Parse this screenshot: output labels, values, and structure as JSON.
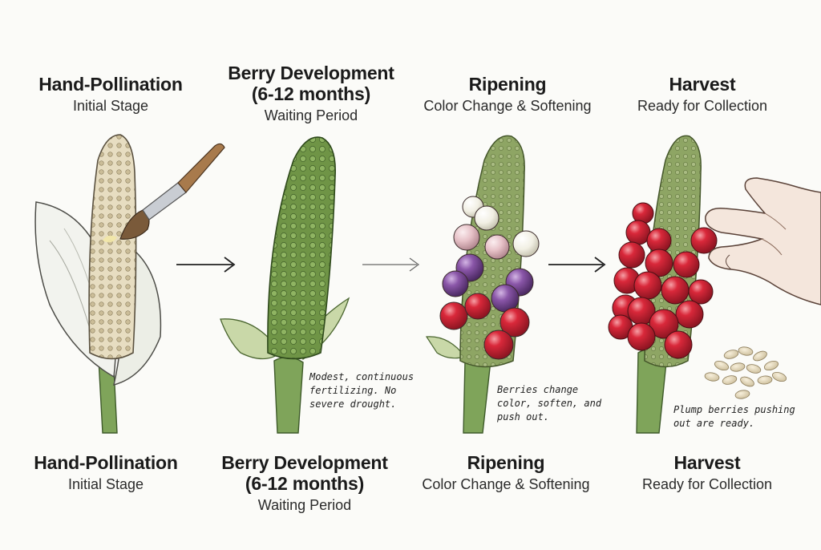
{
  "stages": [
    {
      "title": "Hand-Pollination",
      "subtitle": "Initial Stage"
    },
    {
      "title": "Berry Development\n(6-12 months)",
      "title_line1": "Berry Development",
      "title_line2": "(6-12 months)",
      "subtitle": "Waiting Period"
    },
    {
      "title": "Ripening",
      "subtitle": "Color Change & Softening"
    },
    {
      "title": "Harvest",
      "subtitle": "Ready for Collection"
    }
  ],
  "notes": {
    "development": "Modest, continuous fertilizing. No severe drought.",
    "ripening": "Berries change color, soften, and push out.",
    "harvest": "Plump berries pushing out are ready."
  },
  "colors": {
    "spadix_cream": "#e9dfc4",
    "spadix_green": "#86a85a",
    "stem_green": "#7fa45a",
    "spathe_white": "#f2f3ee",
    "berry_red": "#d7283a",
    "berry_purple": "#7b4a9a",
    "berry_pink": "#e8c3c8",
    "berry_white": "#f3f1e6"
  },
  "icons": [
    "paintbrush-icon",
    "hand-icon",
    "arrow-right-icon",
    "seed-icon"
  ]
}
